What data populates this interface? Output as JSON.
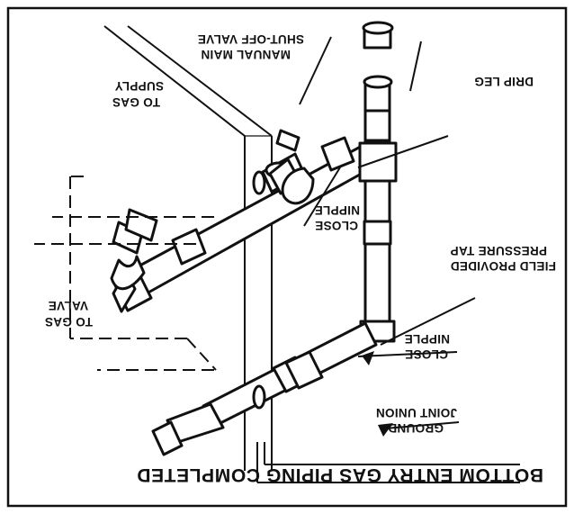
{
  "caption": "BOTTOM ENTRY GAS PIPING COMPLETED",
  "labels": {
    "to_gas_supply": [
      "TO GAS",
      "SUPPLY"
    ],
    "manual_valve": [
      "MANUAL MAIN",
      "SHUT-OFF VALVE"
    ],
    "drip_leg": "DRIP LEG",
    "close_nipple_top": [
      "CLOSE",
      "NIPPLE"
    ],
    "pressure_tap": [
      "FIELD PROVIDED",
      "PRESSURE TAP"
    ],
    "to_gas_valve": [
      "TO GAS",
      "VALVE"
    ],
    "close_nipple_bottom": [
      "CLOSE",
      "NIPPLE"
    ],
    "ground_union": [
      "GROUND",
      "JOINT UNION"
    ]
  }
}
